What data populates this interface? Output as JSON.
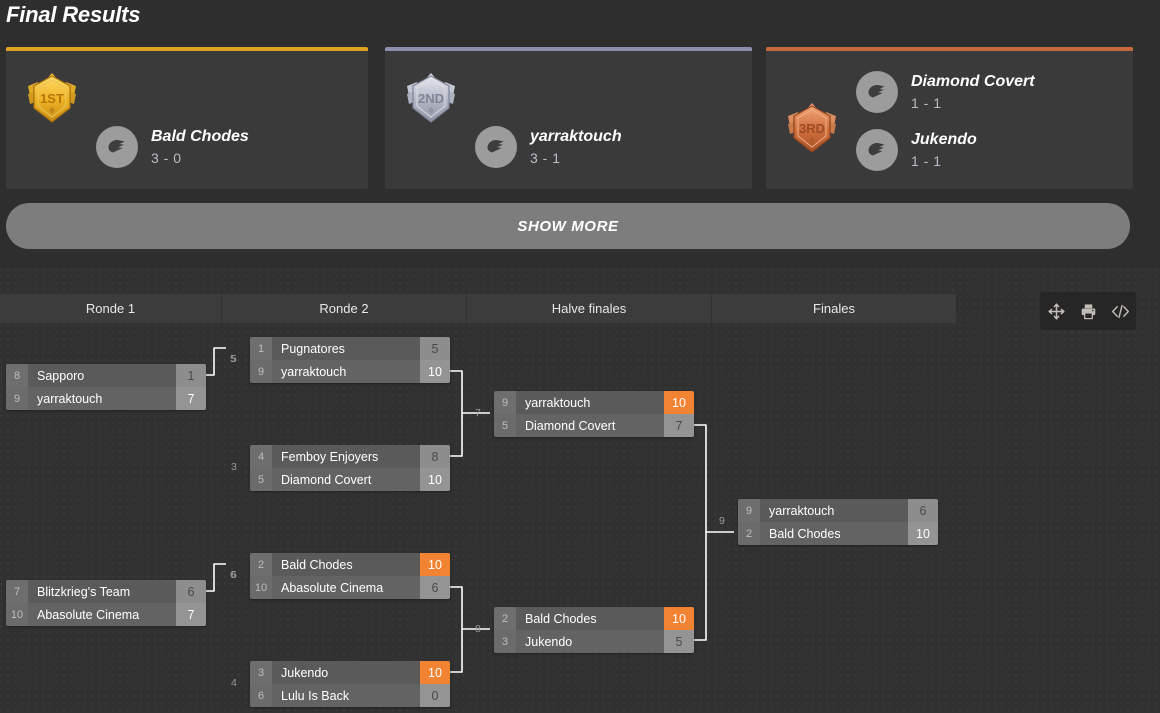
{
  "page": {
    "title": "Final Results"
  },
  "podium": [
    {
      "rank_label": "1ST",
      "accent": "#e0a020",
      "medal_kind": "gold",
      "teams": [
        {
          "name": "Bald Chodes",
          "record": "3 - 0"
        }
      ]
    },
    {
      "rank_label": "2ND",
      "accent": "#8a8fb0",
      "medal_kind": "silver",
      "teams": [
        {
          "name": "yarraktouch",
          "record": "3 - 1"
        }
      ]
    },
    {
      "rank_label": "3RD",
      "accent": "#c86a40",
      "medal_kind": "bronze",
      "teams": [
        {
          "name": "Diamond Covert",
          "record": "1 - 1"
        },
        {
          "name": "Jukendo",
          "record": "1 - 1"
        }
      ]
    }
  ],
  "show_more": {
    "label": "SHOW MORE"
  },
  "bracket": {
    "rounds": [
      {
        "label": "Ronde 1"
      },
      {
        "label": "Ronde 2"
      },
      {
        "label": "Halve finales"
      },
      {
        "label": "Finales"
      }
    ],
    "tools": [
      {
        "name": "move-icon",
        "title": "Move"
      },
      {
        "name": "print-icon",
        "title": "Print"
      },
      {
        "name": "embed-code-icon",
        "title": "Embed"
      }
    ],
    "matches": [
      {
        "id": "r1m1",
        "number": "5",
        "top": {
          "seed": "8",
          "name": "Sapporo",
          "score": "1",
          "winner": false
        },
        "bottom": {
          "seed": "9",
          "name": "yarraktouch",
          "score": "7",
          "winner": true
        }
      },
      {
        "id": "r1m2",
        "number": "6",
        "top": {
          "seed": "7",
          "name": "Blitzkrieg's Team",
          "score": "6",
          "winner": false
        },
        "bottom": {
          "seed": "10",
          "name": "Abasolute Cinema",
          "score": "7",
          "winner": true
        }
      },
      {
        "id": "r2m1",
        "number": "5",
        "top": {
          "seed": "1",
          "name": "Pugnatores",
          "score": "5",
          "winner": false
        },
        "bottom": {
          "seed": "9",
          "name": "yarraktouch",
          "score": "10",
          "winner": true
        }
      },
      {
        "id": "r2m2",
        "number": "3",
        "top": {
          "seed": "4",
          "name": "Femboy Enjoyers",
          "score": "8",
          "winner": false
        },
        "bottom": {
          "seed": "5",
          "name": "Diamond Covert",
          "score": "10",
          "winner": true
        }
      },
      {
        "id": "r2m3",
        "number": "6",
        "top": {
          "seed": "2",
          "name": "Bald Chodes",
          "score": "10",
          "winner": true
        },
        "bottom": {
          "seed": "10",
          "name": "Abasolute Cinema",
          "score": "6",
          "winner": false
        }
      },
      {
        "id": "r2m4",
        "number": "4",
        "top": {
          "seed": "3",
          "name": "Jukendo",
          "score": "10",
          "winner": true
        },
        "bottom": {
          "seed": "6",
          "name": "Lulu Is Back",
          "score": "0",
          "winner": false
        }
      },
      {
        "id": "sf1",
        "number": "7",
        "top": {
          "seed": "9",
          "name": "yarraktouch",
          "score": "10",
          "winner": true
        },
        "bottom": {
          "seed": "5",
          "name": "Diamond Covert",
          "score": "7",
          "winner": false
        }
      },
      {
        "id": "sf2",
        "number": "8",
        "top": {
          "seed": "2",
          "name": "Bald Chodes",
          "score": "10",
          "winner": true
        },
        "bottom": {
          "seed": "3",
          "name": "Jukendo",
          "score": "5",
          "winner": false
        }
      },
      {
        "id": "final",
        "number": "9",
        "top": {
          "seed": "9",
          "name": "yarraktouch",
          "score": "6",
          "winner": false
        },
        "bottom": {
          "seed": "2",
          "name": "Bald Chodes",
          "score": "10",
          "winner": true
        }
      }
    ]
  },
  "colors": {
    "winner_highlight": "#f28333",
    "panel_bg": "#3a3a3a",
    "page_bg": "#2e2e2e",
    "bracket_bg": "#313131"
  }
}
